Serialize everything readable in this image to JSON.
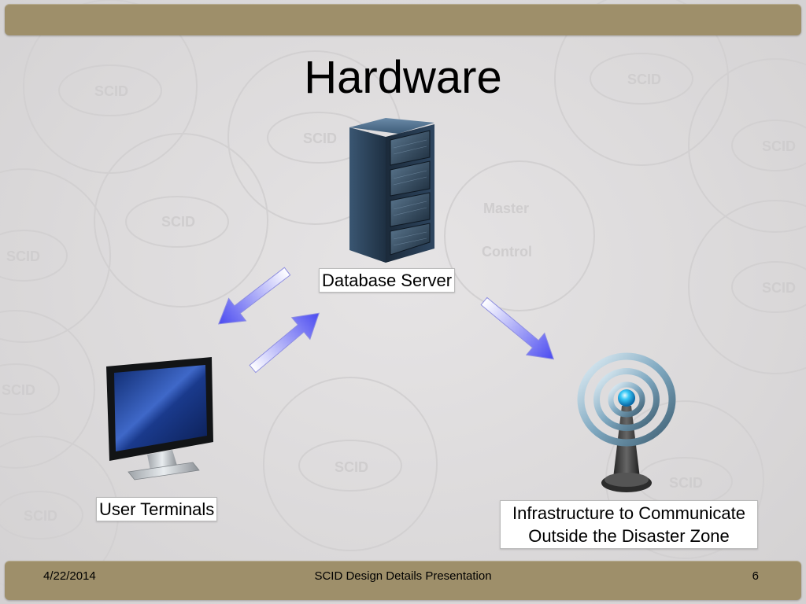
{
  "slide": {
    "title": "Hardware",
    "watermark_texts": [
      "SCID",
      "Master",
      "Control"
    ],
    "labels": {
      "database_server": "Database Server",
      "user_terminals": "User Terminals",
      "infrastructure_line1": "Infrastructure to Communicate",
      "infrastructure_line2": "Outside the Disaster Zone"
    },
    "icons": [
      "server-rack-icon",
      "monitor-icon",
      "antenna-icon",
      "arrow-icon"
    ]
  },
  "footer": {
    "date": "4/22/2014",
    "presentation_title": "SCID Design Details Presentation",
    "page_number": "6"
  },
  "colors": {
    "bar": "#9e8f6a",
    "background": "#dcdadb",
    "arrow_start": "#ffffff",
    "arrow_end": "#4a4af0"
  }
}
